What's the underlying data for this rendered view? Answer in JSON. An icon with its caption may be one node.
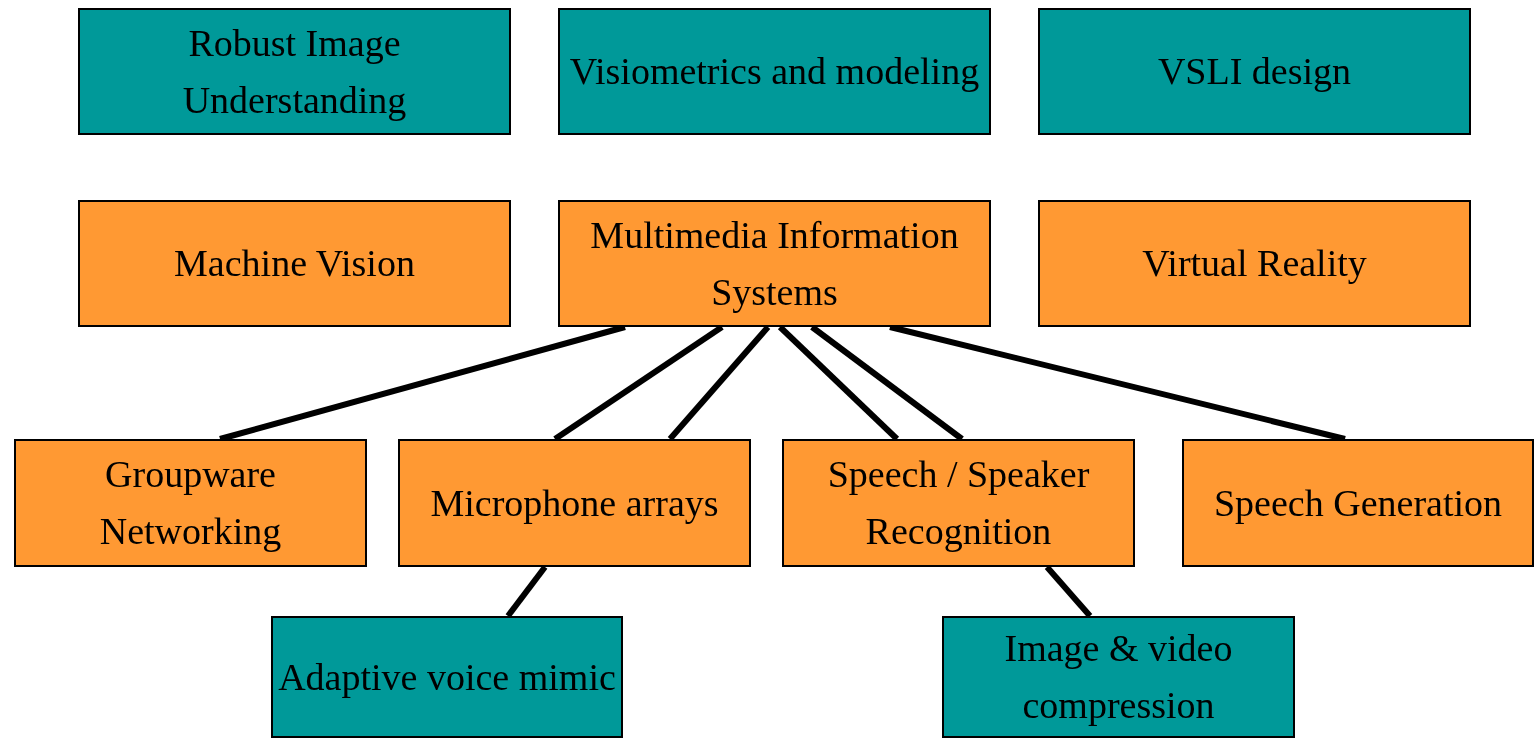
{
  "diagram": {
    "nodes": [
      {
        "text": [
          "Robust Image Understanding"
        ]
      },
      {
        "text": [
          "Visiometrics and modeling"
        ]
      },
      {
        "text": [
          "VSLI design"
        ]
      },
      {
        "text": [
          "Machine Vision"
        ]
      },
      {
        "text": [
          "Multimedia Information Systems"
        ]
      },
      {
        "text": [
          "Virtual Reality"
        ]
      },
      {
        "text": [
          "Groupware Networking"
        ]
      },
      {
        "text": [
          "Microphone arrays"
        ]
      },
      {
        "text": [
          "Speech / Speaker Recognition"
        ]
      },
      {
        "text": [
          "Speech Generation"
        ]
      },
      {
        "text": [
          "Adaptive voice mimic"
        ]
      },
      {
        "text": [
          "Image & video compression"
        ]
      }
    ],
    "edges": [
      {
        "from": 4,
        "to": 6,
        "arrow": "none"
      },
      {
        "from": 4,
        "to": 7,
        "arrow": "none"
      },
      {
        "from": 4,
        "to": 7,
        "arrow": "none"
      },
      {
        "from": 4,
        "to": 8,
        "arrow": "none"
      },
      {
        "from": 4,
        "to": 8,
        "arrow": "none"
      },
      {
        "from": 4,
        "to": 9,
        "arrow": "none"
      },
      {
        "from": 7,
        "to": 10,
        "arrow": "none"
      },
      {
        "from": 8,
        "to": 11,
        "arrow": "none"
      }
    ]
  }
}
